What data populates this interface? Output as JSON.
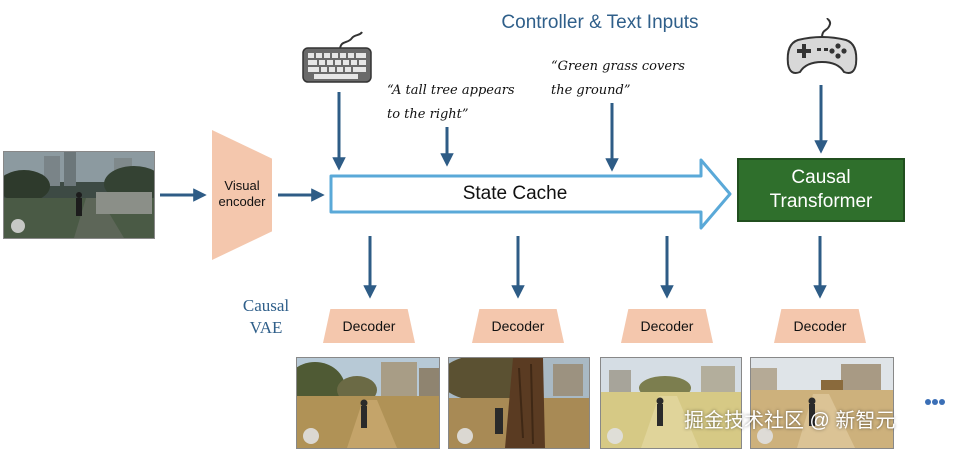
{
  "title": "Controller & Text Inputs",
  "text_inputs": [
    {
      "line1": "“A tall tree appears",
      "line2": "to the right”"
    },
    {
      "line1": "“Green grass covers",
      "line2": "the ground”"
    }
  ],
  "visual_encoder_label": {
    "line1": "Visual",
    "line2": "encoder"
  },
  "state_cache_label": "State Cache",
  "causal_transformer_label": {
    "line1": "Causal",
    "line2": "Transformer"
  },
  "causal_vae_label": {
    "line1": "Causal",
    "line2": "VAE"
  },
  "decoder_label": "Decoder",
  "watermark": "掘金技术社区 @ 新智元",
  "icons": {
    "keyboard": "keyboard-icon",
    "gamepad": "gamepad-icon"
  },
  "colors": {
    "arrow": "#2e5c86",
    "decoder_fill": "#f4c7ad",
    "transformer_fill": "#2f6f2c",
    "cache_outline": "#5aa9d8",
    "title": "#2f5f8a"
  }
}
